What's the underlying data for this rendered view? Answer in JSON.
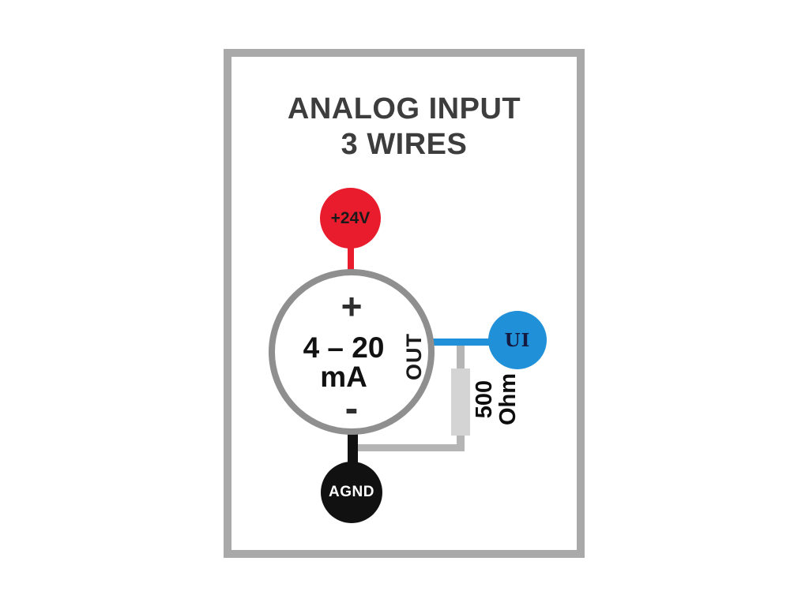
{
  "title": {
    "line1": "ANALOG INPUT",
    "line2": "3 WIRES"
  },
  "sensor": {
    "plus": "+",
    "range": "4 – 20",
    "unit": "mA",
    "minus": "-",
    "out_label": "OUT"
  },
  "terminals": {
    "power": "+24V",
    "input": "UI",
    "ground": "AGND"
  },
  "resistor": {
    "label": "500 Ohm"
  },
  "colors": {
    "power_red": "#e81c2d",
    "input_blue": "#2090d8",
    "ground_black": "#111111",
    "wire_gray": "#b5b5b5",
    "resistor_gray": "#d4d4d4",
    "frame_gray": "#a9a9a9",
    "circle_border_gray": "#8f8f8f",
    "title_text": "#3d3d3d"
  }
}
